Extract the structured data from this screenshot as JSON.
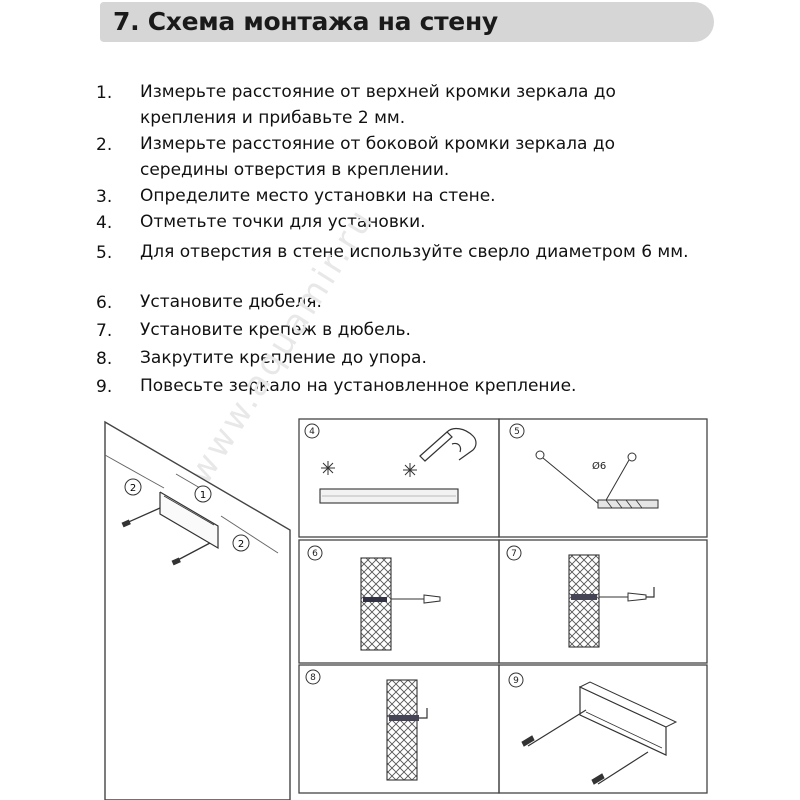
{
  "header": {
    "title": "7. Схема монтажа на стену"
  },
  "steps": [
    {
      "num": "1.",
      "text": "Измерьте расстояние от верхней кромки зеркала до крепления и прибавьте 2 мм."
    },
    {
      "num": "2.",
      "text": "Измерьте расстояние от боковой кромки зеркала до середины отверстия в креплении."
    },
    {
      "num": "3.",
      "text": "Определите место установки на стене."
    },
    {
      "num": "4.",
      "text": "Отметьте точки для установки."
    },
    {
      "num": "5.",
      "text": "Для отверстия в стене используйте сверло диаметром 6 мм."
    },
    {
      "num": "6.",
      "text": "Установите дюбеля."
    },
    {
      "num": "7.",
      "text": "Установите крепеж в дюбель."
    },
    {
      "num": "8.",
      "text": "Закрутите крепление до упора."
    },
    {
      "num": "9.",
      "text": "Повесьте зеркало на установленное крепление."
    }
  ],
  "diagram": {
    "callouts": {
      "measure_top": "1",
      "measure_side": "2"
    },
    "panels": [
      {
        "label": "4"
      },
      {
        "label": "5",
        "drill_label": "Ø6"
      },
      {
        "label": "6"
      },
      {
        "label": "7"
      },
      {
        "label": "8"
      },
      {
        "label": "9"
      }
    ]
  },
  "watermark": "www.aquamir.ru"
}
